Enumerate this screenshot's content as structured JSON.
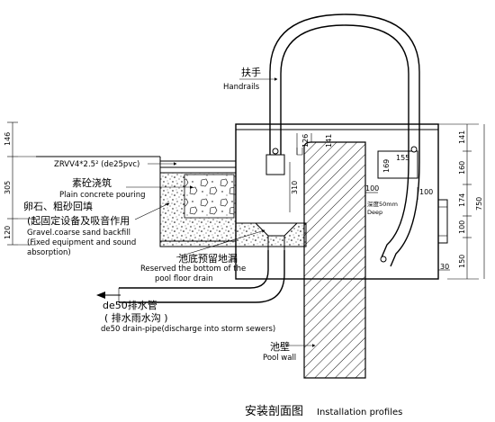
{
  "labels": {
    "handrail_cn": "扶手",
    "handrail_en": "Handrails",
    "cable": "ZRVV4*2.5² (de25pvc)",
    "concrete_cn": "素砼浇筑",
    "concrete_en": "Plain concrete pouring",
    "gravel_cn_1": "卵石、粗砂回填",
    "gravel_cn_2": "(起固定设备及吸音作用",
    "gravel_en_1": "Gravel.coarse sand backfill",
    "gravel_en_2": "(Fixed equipment and sound",
    "gravel_en_3": "absorption)",
    "drain_cn": "池底预留地漏",
    "drain_en_1": "Reserved the bottom of the",
    "drain_en_2": "pool floor drain",
    "pipe_cn_1": "de50排水管",
    "pipe_cn_2": "( 排水雨水沟 )",
    "pipe_en": "de50 drain-pipe(discharge into storm sewers)",
    "wall_cn": "池壁",
    "wall_en": "Pool wall",
    "depth_1": "深度50mm",
    "depth_2": "Deep"
  },
  "title": {
    "cn": "安装剖面图",
    "en": "Installation profiles"
  },
  "dimensions": {
    "left": [
      "146",
      "305",
      "120"
    ],
    "right": [
      "141",
      "160",
      "174",
      "100",
      "150"
    ],
    "right_total": "750",
    "top_126": "126",
    "top_141": "141",
    "d310": "310",
    "d169": "169",
    "d155": "155",
    "d100a": "100",
    "d100b": "100",
    "d30": "30"
  }
}
